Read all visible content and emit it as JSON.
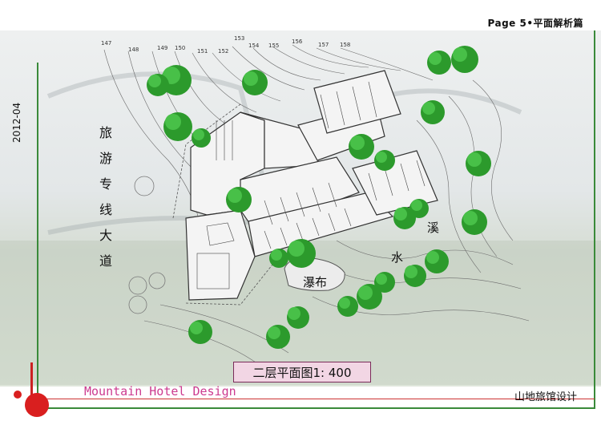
{
  "header": {
    "page_title": "Page 5•平面解析篇"
  },
  "sidebar": {
    "date": "2012-04"
  },
  "labels": {
    "road": [
      "旅",
      "游",
      "专",
      "线",
      "大",
      "道"
    ],
    "waterfall": "瀑布",
    "stream_1": "溪",
    "stream_2": "水"
  },
  "contours": [
    "147",
    "148",
    "149",
    "150",
    "151",
    "152",
    "153",
    "154",
    "155",
    "156",
    "157",
    "158"
  ],
  "scale_title": "二层平面图1: 400",
  "footer": {
    "english_title": "Mountain Hotel Design",
    "chinese_title": "山地旅馆设计"
  },
  "colors": {
    "tree": "#2fa52f",
    "accent_red": "#d91f1f",
    "accent_green": "#3a8a3a",
    "footer_text": "#cc3a8f"
  }
}
